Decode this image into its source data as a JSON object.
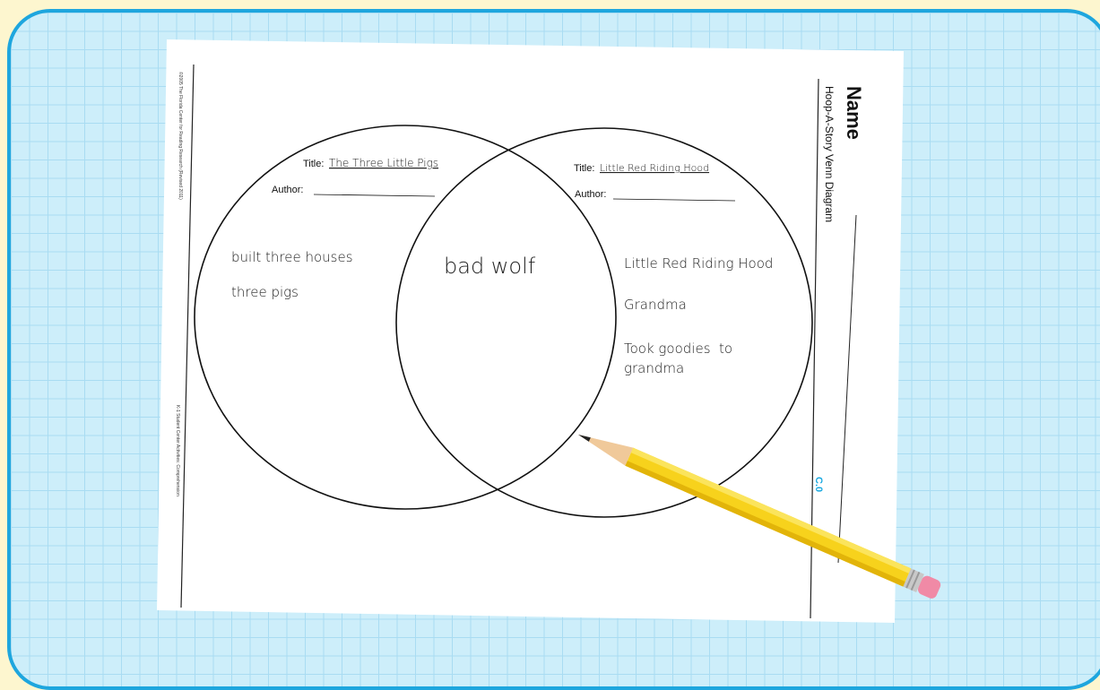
{
  "worksheet": {
    "copyright": "©2005 The Florida Center for Reading Research (Revised 2011)",
    "footer": "K-1 Student Center Activities: Comprehension",
    "name_label": "Name",
    "subtitle": "Hoop-A-Story Venn Diagram",
    "code": "C.0",
    "left_circle": {
      "title_label": "Title:",
      "title_value": "The Three Little Pigs",
      "author_label": "Author:",
      "items": [
        "built three houses",
        "three pigs"
      ]
    },
    "right_circle": {
      "title_label": "Title:",
      "title_value": "Little Red Riding Hood",
      "author_label": "Author:",
      "items": [
        "Little Red Riding Hood",
        "Grandma",
        "Took goodies  to",
        "grandma"
      ]
    },
    "overlap": {
      "items": [
        "bad wolf"
      ]
    }
  },
  "colors": {
    "grid_background": "#cdeefa",
    "grid_border": "#1ea6de",
    "page_background": "#fdf6cf",
    "pencil_body": "#f7d21c",
    "pencil_eraser": "#f08aa6",
    "code_color": "#18a8e0"
  },
  "icons": {
    "pencil": "pencil-icon"
  }
}
